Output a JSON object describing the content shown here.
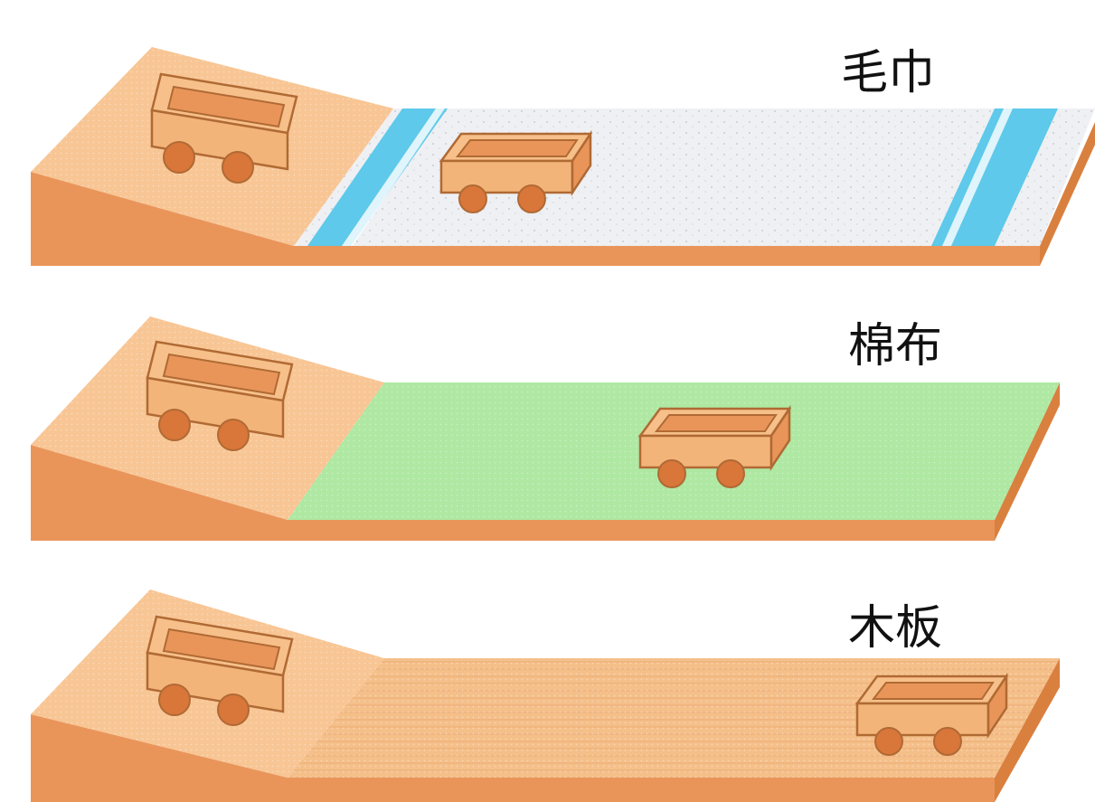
{
  "surfaces": [
    {
      "label": "毛巾",
      "surface_color": "#eef0f3",
      "stripe_color": "#5ec9ea"
    },
    {
      "label": "棉布",
      "surface_color": "#aee8a2"
    },
    {
      "label": "木板",
      "surface_color": "#f5bf8a"
    }
  ],
  "colors": {
    "wood_top": "#f8c594",
    "wood_side": "#e9955a",
    "wood_edge": "#d9803f",
    "outline": "#b87038",
    "wheel": "#d9763a"
  }
}
